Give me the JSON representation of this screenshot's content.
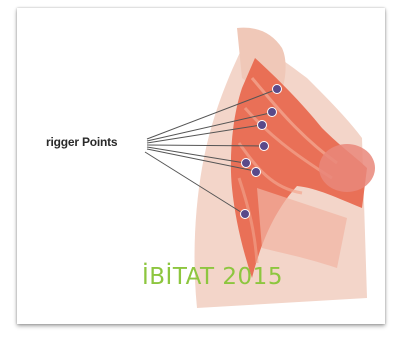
{
  "figure": {
    "callout_label": "rigger Points",
    "caption": "İBİTAT 2015",
    "trigger_point_count": 7,
    "colors": {
      "muscle": "#e8654a",
      "muscle_light": "#f2a58e",
      "skin": "#f6d3c6",
      "trigger_point": "#5a4a8a",
      "caption": "#8dc63f",
      "leader_lines": "#555555"
    }
  }
}
